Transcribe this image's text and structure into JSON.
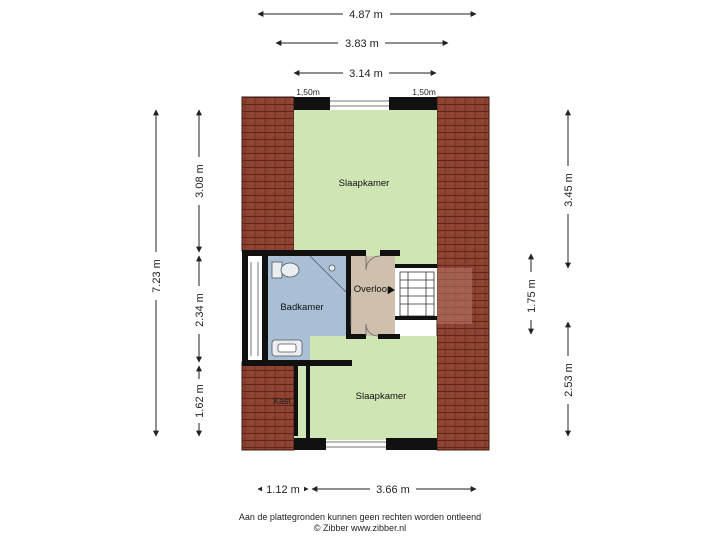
{
  "dimensions": {
    "top_total": "4.87 m",
    "top_inner": "3.83 m",
    "top_floor": "3.14 m",
    "window_left": "1,50m",
    "window_right": "1,50m",
    "left_total": "7.23 m",
    "left_upper": "3.08 m",
    "left_middle": "2.34 m",
    "left_lower": "1.62 m",
    "right_upper": "3.45 m",
    "right_middle": "1.75 m",
    "right_lower": "2.53 m",
    "bottom_left": "1.12 m",
    "bottom_right": "3.66 m"
  },
  "rooms": {
    "bedroom_top": "Slaapkamer",
    "bathroom": "Badkamer",
    "landing": "Overloop",
    "closet": "Kast",
    "bedroom_bottom": "Slaapkamer"
  },
  "footer": {
    "disclaimer": "Aan de plattegronden kunnen geen rechten worden ontleend",
    "copyright": "© Zibber www.zibber.nl"
  },
  "colors": {
    "bedroom": "#cfe5b4",
    "bathroom": "#a9bfd6",
    "landing": "#cfc0ad",
    "roof_tiles": "#8a3f2f",
    "walls": "#111111"
  }
}
